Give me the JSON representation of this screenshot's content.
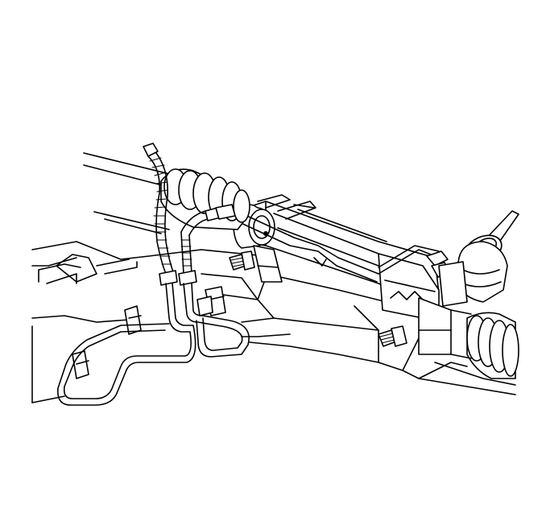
{
  "figure": {
    "palette": {
      "line": "#000000",
      "background": "#ffffff"
    },
    "parts": [
      {
        "name": "frame-crossmember"
      },
      {
        "name": "steering-gear-housing"
      },
      {
        "name": "rack-boot-left"
      },
      {
        "name": "rack-boot-right"
      },
      {
        "name": "pinion-shaft"
      },
      {
        "name": "mounting-bolt-left"
      },
      {
        "name": "mounting-bolt-right"
      },
      {
        "name": "pressure-hose"
      },
      {
        "name": "return-hose"
      },
      {
        "name": "hose-retainer-clips"
      },
      {
        "name": "fluid-pipes"
      }
    ]
  }
}
